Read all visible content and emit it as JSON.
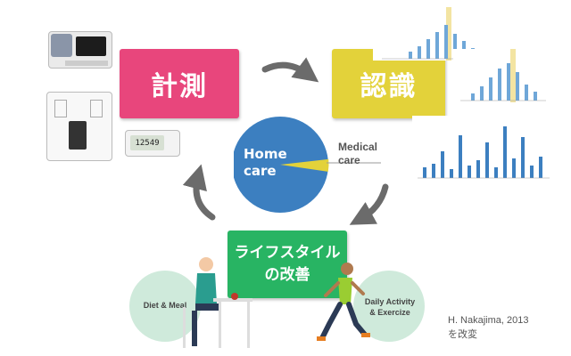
{
  "boxes": {
    "measure": "計測",
    "recognize": "認識",
    "lifestyle_line1": "ライフスタイル",
    "lifestyle_line2": "の改善"
  },
  "pie": {
    "home_line1": "Home",
    "home_line2": "care",
    "medical_line1": "Medical",
    "medical_line2": "care",
    "home_color": "#3c7fc0",
    "medical_color": "#e3d23a"
  },
  "bubbles": {
    "diet": "Diet & Meal",
    "activity_line1": "Daily Activity",
    "activity_line2": "& Exercize"
  },
  "device": {
    "pedometer_reading": "12549"
  },
  "credit": {
    "line1": "H. Nakajima, 2013",
    "line2": "を改変"
  },
  "colors": {
    "measure": "#e8467c",
    "recognize": "#e3d23a",
    "lifestyle": "#28b463",
    "arrow": "#6b6b6b",
    "bubble": "#cfeadb"
  }
}
